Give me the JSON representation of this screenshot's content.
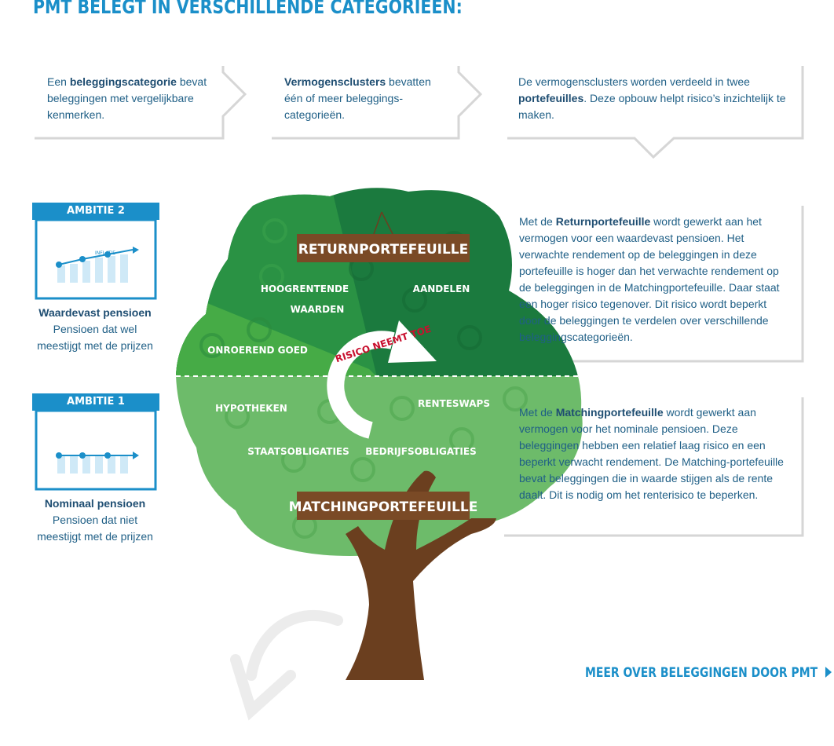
{
  "title": "PMT BELEGT IN VERSCHILLENDE CATEGORIEËN:",
  "top_boxes": [
    {
      "pre": "Een ",
      "bold": "beleggingscategorie",
      "post": " bevat beleggingen met vergelijkbare kenmerken."
    },
    {
      "pre": "",
      "bold": "Vermogensclusters",
      "post": " bevatten één of meer beleggings-categorieën."
    },
    {
      "pre": "De vermogensclusters worden verdeeld in twee ",
      "bold": "portefeuilles",
      "post": ". Deze opbouw helpt risico’s inzichtelijk te maken."
    }
  ],
  "ambitions": [
    {
      "badge": "AMBITIE 2",
      "chart_label": "INFLATIE",
      "title": "Waardevast pensioen",
      "desc": "Pensioen dat wel meestijgt met de prijzen"
    },
    {
      "badge": "AMBITIE 1",
      "chart_label": "",
      "title": "Nominaal pensioen",
      "desc": "Pensioen dat niet meestijgt met de prijzen"
    }
  ],
  "tree": {
    "return_sign": "RETURNPORTEFEUILLE",
    "matching_sign": "MATCHINGPORTEFEUILLE",
    "risk_label": "RISICO NEEMT TOE",
    "categories": {
      "hoogrentende_1": "HOOGRENTENDE",
      "hoogrentende_2": "WAARDEN",
      "aandelen": "AANDELEN",
      "onroerend": "ONROEREND GOED",
      "hypotheken": "HYPOTHEKEN",
      "renteswaps": "RENTESWAPS",
      "staatsobligaties": "STAATSOBLIGATIES",
      "bedrijfsobligaties": "BEDRIJFSOBLIGATIES"
    },
    "colors": {
      "dark": "#1b7a3e",
      "mid": "#2e9e48",
      "light": "#6dbb6a",
      "trunk": "#6b3f1f",
      "sign": "#7a4a26"
    }
  },
  "return_box": {
    "pre": "Met de ",
    "bold": "Returnportefeuille",
    "post": " wordt gewerkt aan het vermogen voor een waardevast pensioen. Het verwachte rendement op de beleggingen in deze portefeuille is hoger dan het verwachte rendement op de beleggingen in de Matchingportefeuille. Daar staat een hoger risico tegenover. Dit risico wordt beperkt door de beleggingen te verdelen over verschillende beleggingscategorieën."
  },
  "matching_box": {
    "pre": "Met de ",
    "bold": "Matchingportefeuille",
    "post": " wordt gewerkt aan vermogen voor het nominale pensioen. Deze beleggingen hebben een relatief laag risico en een beperkt verwacht rendement. De Matching-portefeuille bevat beleggingen die in waarde stijgen als de rente daalt. Dit is nodig om het renterisico te beperken."
  },
  "more_link": "MEER OVER BELEGGINGEN DOOR PMT"
}
